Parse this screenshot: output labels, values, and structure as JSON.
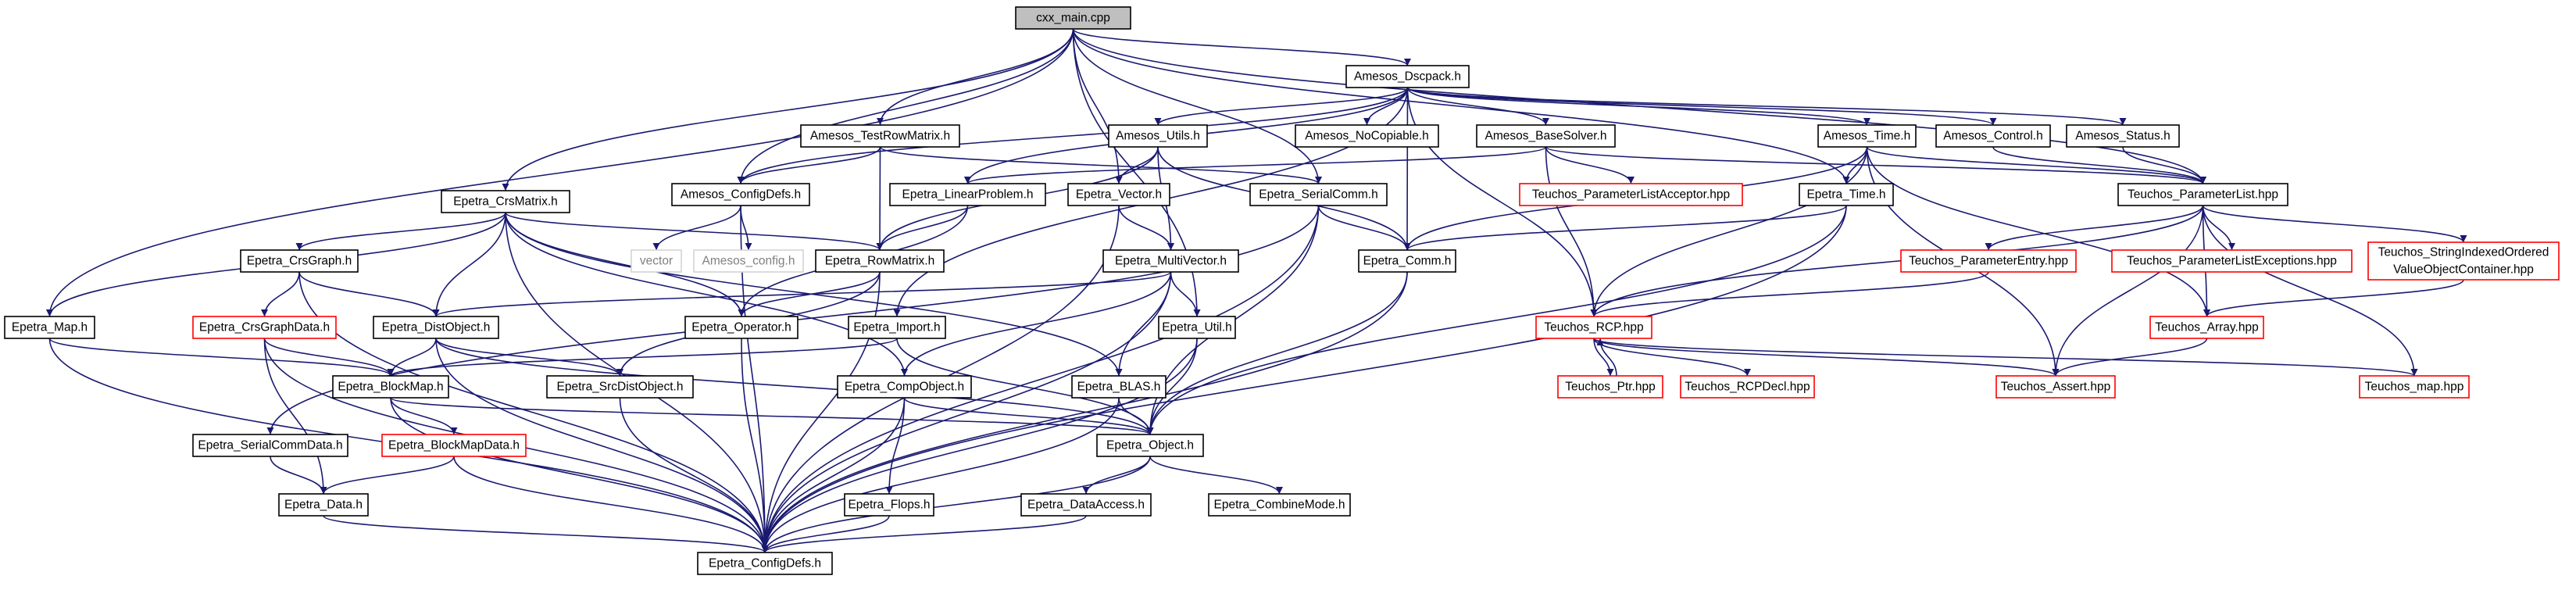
{
  "colors": {
    "edge": "#191970",
    "root_fill": "#bfbfbf",
    "normal_border": "#000000",
    "external_border": "#ff0000",
    "text": "#000000",
    "system_text": "#808080",
    "system_border": "#d3d3d3"
  },
  "nodes": [
    {
      "id": "cxx_main",
      "label": "cxx_main.cpp",
      "kind": "root"
    },
    {
      "id": "amesos_dscpack",
      "label": "Amesos_Dscpack.h",
      "kind": "normal"
    },
    {
      "id": "amesos_testrowmatrix",
      "label": "Amesos_TestRowMatrix.h",
      "kind": "normal"
    },
    {
      "id": "amesos_utils",
      "label": "Amesos_Utils.h",
      "kind": "normal"
    },
    {
      "id": "amesos_nocopiable",
      "label": "Amesos_NoCopiable.h",
      "kind": "normal"
    },
    {
      "id": "amesos_basesolver",
      "label": "Amesos_BaseSolver.h",
      "kind": "normal"
    },
    {
      "id": "amesos_time",
      "label": "Amesos_Time.h",
      "kind": "normal"
    },
    {
      "id": "amesos_control",
      "label": "Amesos_Control.h",
      "kind": "normal"
    },
    {
      "id": "amesos_status",
      "label": "Amesos_Status.h",
      "kind": "normal"
    },
    {
      "id": "epetra_crsmatrix",
      "label": "Epetra_CrsMatrix.h",
      "kind": "normal"
    },
    {
      "id": "amesos_configdefs",
      "label": "Amesos_ConfigDefs.h",
      "kind": "normal"
    },
    {
      "id": "epetra_linearproblem",
      "label": "Epetra_LinearProblem.h",
      "kind": "normal"
    },
    {
      "id": "epetra_vector",
      "label": "Epetra_Vector.h",
      "kind": "normal"
    },
    {
      "id": "epetra_serialcomm",
      "label": "Epetra_SerialComm.h",
      "kind": "normal"
    },
    {
      "id": "teuchos_parameterlistacceptor",
      "label": "Teuchos_ParameterListAcceptor.hpp",
      "kind": "external"
    },
    {
      "id": "epetra_time",
      "label": "Epetra_Time.h",
      "kind": "normal"
    },
    {
      "id": "teuchos_parameterlist",
      "label": "Teuchos_ParameterList.hpp",
      "kind": "normal"
    },
    {
      "id": "vector",
      "label": "vector",
      "kind": "system"
    },
    {
      "id": "amesos_config",
      "label": "Amesos_config.h",
      "kind": "system"
    },
    {
      "id": "epetra_crsgraph",
      "label": "Epetra_CrsGraph.h",
      "kind": "normal"
    },
    {
      "id": "epetra_rowmatrix",
      "label": "Epetra_RowMatrix.h",
      "kind": "normal"
    },
    {
      "id": "epetra_comm",
      "label": "Epetra_Comm.h",
      "kind": "normal"
    },
    {
      "id": "epetra_multivector",
      "label": "Epetra_MultiVector.h",
      "kind": "normal"
    },
    {
      "id": "teuchos_parameterentry",
      "label": "Teuchos_ParameterEntry.hpp",
      "kind": "external"
    },
    {
      "id": "teuchos_parameterlistexceptions",
      "label": "Teuchos_ParameterListExceptions.hpp",
      "kind": "external"
    },
    {
      "id": "teuchos_stringindexed",
      "label": "Teuchos_StringIndexedOrdered",
      "label2": "ValueObjectContainer.hpp",
      "kind": "external"
    },
    {
      "id": "epetra_map",
      "label": "Epetra_Map.h",
      "kind": "normal"
    },
    {
      "id": "epetra_crsgraphdata",
      "label": "Epetra_CrsGraphData.h",
      "kind": "external"
    },
    {
      "id": "epetra_distobject",
      "label": "Epetra_DistObject.h",
      "kind": "normal"
    },
    {
      "id": "epetra_operator",
      "label": "Epetra_Operator.h",
      "kind": "normal"
    },
    {
      "id": "epetra_import",
      "label": "Epetra_Import.h",
      "kind": "normal"
    },
    {
      "id": "epetra_util",
      "label": "Epetra_Util.h",
      "kind": "normal"
    },
    {
      "id": "teuchos_rcp",
      "label": "Teuchos_RCP.hpp",
      "kind": "external"
    },
    {
      "id": "teuchos_array",
      "label": "Teuchos_Array.hpp",
      "kind": "external"
    },
    {
      "id": "epetra_blockmap",
      "label": "Epetra_BlockMap.h",
      "kind": "normal"
    },
    {
      "id": "epetra_srcdistobject",
      "label": "Epetra_SrcDistObject.h",
      "kind": "normal"
    },
    {
      "id": "epetra_compobject",
      "label": "Epetra_CompObject.h",
      "kind": "normal"
    },
    {
      "id": "epetra_blas",
      "label": "Epetra_BLAS.h",
      "kind": "normal"
    },
    {
      "id": "teuchos_ptr",
      "label": "Teuchos_Ptr.hpp",
      "kind": "external"
    },
    {
      "id": "teuchos_rcpdecl",
      "label": "Teuchos_RCPDecl.hpp",
      "kind": "external"
    },
    {
      "id": "teuchos_assert",
      "label": "Teuchos_Assert.hpp",
      "kind": "external"
    },
    {
      "id": "teuchos_map",
      "label": "Teuchos_map.hpp",
      "kind": "external"
    },
    {
      "id": "epetra_serialcommdata",
      "label": "Epetra_SerialCommData.h",
      "kind": "normal"
    },
    {
      "id": "epetra_blockmapdata",
      "label": "Epetra_BlockMapData.h",
      "kind": "external"
    },
    {
      "id": "epetra_object",
      "label": "Epetra_Object.h",
      "kind": "normal"
    },
    {
      "id": "epetra_data",
      "label": "Epetra_Data.h",
      "kind": "normal"
    },
    {
      "id": "epetra_flops",
      "label": "Epetra_Flops.h",
      "kind": "normal"
    },
    {
      "id": "epetra_dataaccess",
      "label": "Epetra_DataAccess.h",
      "kind": "normal"
    },
    {
      "id": "epetra_combinemode",
      "label": "Epetra_CombineMode.h",
      "kind": "normal"
    },
    {
      "id": "epetra_configdefs",
      "label": "Epetra_ConfigDefs.h",
      "kind": "normal"
    }
  ],
  "edges": [
    [
      "cxx_main",
      "amesos_dscpack"
    ],
    [
      "cxx_main",
      "amesos_testrowmatrix"
    ],
    [
      "cxx_main",
      "amesos_configdefs"
    ],
    [
      "cxx_main",
      "epetra_crsmatrix"
    ],
    [
      "cxx_main",
      "epetra_map"
    ],
    [
      "cxx_main",
      "epetra_vector"
    ],
    [
      "cxx_main",
      "epetra_serialcomm"
    ],
    [
      "cxx_main",
      "epetra_util"
    ],
    [
      "cxx_main",
      "epetra_time"
    ],
    [
      "cxx_main",
      "teuchos_parameterlist"
    ],
    [
      "amesos_dscpack",
      "amesos_utils"
    ],
    [
      "amesos_dscpack",
      "amesos_nocopiable"
    ],
    [
      "amesos_dscpack",
      "amesos_basesolver"
    ],
    [
      "amesos_dscpack",
      "amesos_time"
    ],
    [
      "amesos_dscpack",
      "amesos_control"
    ],
    [
      "amesos_dscpack",
      "amesos_status"
    ],
    [
      "amesos_dscpack",
      "amesos_configdefs"
    ],
    [
      "amesos_dscpack",
      "epetra_linearproblem"
    ],
    [
      "amesos_dscpack",
      "epetra_import"
    ],
    [
      "amesos_dscpack",
      "epetra_comm"
    ],
    [
      "amesos_dscpack",
      "teuchos_rcp"
    ],
    [
      "amesos_testrowmatrix",
      "amesos_configdefs"
    ],
    [
      "amesos_testrowmatrix",
      "epetra_rowmatrix"
    ],
    [
      "amesos_testrowmatrix",
      "epetra_serialcomm"
    ],
    [
      "amesos_utils",
      "epetra_rowmatrix"
    ],
    [
      "amesos_utils",
      "epetra_vector"
    ],
    [
      "amesos_utils",
      "epetra_multivector"
    ],
    [
      "amesos_utils",
      "epetra_comm"
    ],
    [
      "amesos_basesolver",
      "epetra_linearproblem"
    ],
    [
      "amesos_basesolver",
      "teuchos_parameterlist"
    ],
    [
      "amesos_basesolver",
      "teuchos_parameterlistacceptor"
    ],
    [
      "amesos_basesolver",
      "teuchos_rcp"
    ],
    [
      "amesos_time",
      "epetra_time"
    ],
    [
      "amesos_time",
      "epetra_comm"
    ],
    [
      "amesos_time",
      "teuchos_rcp"
    ],
    [
      "amesos_time",
      "teuchos_parameterlist"
    ],
    [
      "amesos_time",
      "teuchos_array"
    ],
    [
      "amesos_time",
      "teuchos_assert"
    ],
    [
      "amesos_control",
      "teuchos_parameterlist"
    ],
    [
      "amesos_status",
      "teuchos_parameterlist"
    ],
    [
      "epetra_crsmatrix",
      "epetra_map"
    ],
    [
      "epetra_crsmatrix",
      "epetra_crsgraph"
    ],
    [
      "epetra_crsmatrix",
      "epetra_distobject"
    ],
    [
      "epetra_crsmatrix",
      "epetra_rowmatrix"
    ],
    [
      "epetra_crsmatrix",
      "epetra_operator"
    ],
    [
      "epetra_crsmatrix",
      "epetra_compobject"
    ],
    [
      "epetra_crsmatrix",
      "epetra_blas"
    ],
    [
      "epetra_crsmatrix",
      "epetra_configdefs"
    ],
    [
      "amesos_configdefs",
      "vector"
    ],
    [
      "amesos_configdefs",
      "amesos_config"
    ],
    [
      "amesos_configdefs",
      "epetra_configdefs"
    ],
    [
      "epetra_linearproblem",
      "epetra_rowmatrix"
    ],
    [
      "epetra_linearproblem",
      "epetra_operator"
    ],
    [
      "epetra_vector",
      "epetra_multivector"
    ],
    [
      "epetra_vector",
      "epetra_configdefs"
    ],
    [
      "epetra_serialcomm",
      "epetra_comm"
    ],
    [
      "epetra_serialcomm",
      "epetra_serialcommdata"
    ],
    [
      "epetra_serialcomm",
      "epetra_object"
    ],
    [
      "epetra_serialcomm",
      "epetra_configdefs"
    ],
    [
      "epetra_time",
      "epetra_comm"
    ],
    [
      "epetra_time",
      "epetra_object"
    ],
    [
      "epetra_time",
      "epetra_configdefs"
    ],
    [
      "teuchos_parameterlist",
      "teuchos_parameterentry"
    ],
    [
      "teuchos_parameterlist",
      "teuchos_parameterlistexceptions"
    ],
    [
      "teuchos_parameterlist",
      "teuchos_stringindexed"
    ],
    [
      "teuchos_parameterlist",
      "teuchos_rcp"
    ],
    [
      "teuchos_parameterlist",
      "teuchos_array"
    ],
    [
      "teuchos_parameterlist",
      "teuchos_assert"
    ],
    [
      "teuchos_parameterlist",
      "teuchos_map"
    ],
    [
      "epetra_crsgraph",
      "epetra_crsgraphdata"
    ],
    [
      "epetra_crsgraph",
      "epetra_distobject"
    ],
    [
      "epetra_crsgraph",
      "epetra_configdefs"
    ],
    [
      "epetra_rowmatrix",
      "epetra_operator"
    ],
    [
      "epetra_rowmatrix",
      "epetra_srcdistobject"
    ],
    [
      "epetra_rowmatrix",
      "epetra_configdefs"
    ],
    [
      "epetra_comm",
      "epetra_object"
    ],
    [
      "epetra_comm",
      "epetra_configdefs"
    ],
    [
      "epetra_multivector",
      "epetra_distobject"
    ],
    [
      "epetra_multivector",
      "epetra_compobject"
    ],
    [
      "epetra_multivector",
      "epetra_blas"
    ],
    [
      "epetra_multivector",
      "epetra_util"
    ],
    [
      "epetra_multivector",
      "epetra_configdefs"
    ],
    [
      "teuchos_parameterentry",
      "teuchos_rcp"
    ],
    [
      "teuchos_stringindexed",
      "teuchos_array"
    ],
    [
      "epetra_map",
      "epetra_blockmap"
    ],
    [
      "epetra_map",
      "epetra_configdefs"
    ],
    [
      "epetra_crsgraphdata",
      "epetra_blockmap"
    ],
    [
      "epetra_crsgraphdata",
      "epetra_data"
    ],
    [
      "epetra_crsgraphdata",
      "epetra_configdefs"
    ],
    [
      "epetra_distobject",
      "epetra_blockmap"
    ],
    [
      "epetra_distobject",
      "epetra_srcdistobject"
    ],
    [
      "epetra_distobject",
      "epetra_object"
    ],
    [
      "epetra_distobject",
      "epetra_configdefs"
    ],
    [
      "epetra_operator",
      "epetra_configdefs"
    ],
    [
      "epetra_import",
      "epetra_blockmap"
    ],
    [
      "epetra_import",
      "epetra_object"
    ],
    [
      "epetra_util",
      "epetra_object"
    ],
    [
      "epetra_util",
      "epetra_configdefs"
    ],
    [
      "teuchos_rcp",
      "teuchos_ptr"
    ],
    [
      "teuchos_rcp",
      "teuchos_rcpdecl"
    ],
    [
      "teuchos_rcp",
      "teuchos_assert"
    ],
    [
      "teuchos_rcp",
      "teuchos_map"
    ],
    [
      "teuchos_ptr",
      "teuchos_rcp"
    ],
    [
      "teuchos_array",
      "teuchos_assert"
    ],
    [
      "epetra_blockmap",
      "epetra_blockmapdata"
    ],
    [
      "epetra_blockmap",
      "epetra_object"
    ],
    [
      "epetra_blockmap",
      "epetra_configdefs"
    ],
    [
      "epetra_srcdistobject",
      "epetra_configdefs"
    ],
    [
      "epetra_compobject",
      "epetra_object"
    ],
    [
      "epetra_compobject",
      "epetra_flops"
    ],
    [
      "epetra_compobject",
      "epetra_configdefs"
    ],
    [
      "epetra_blas",
      "epetra_object"
    ],
    [
      "epetra_blas",
      "epetra_configdefs"
    ],
    [
      "epetra_serialcommdata",
      "epetra_data"
    ],
    [
      "epetra_blockmapdata",
      "epetra_data"
    ],
    [
      "epetra_blockmapdata",
      "epetra_configdefs"
    ],
    [
      "epetra_object",
      "epetra_dataaccess"
    ],
    [
      "epetra_object",
      "epetra_combinemode"
    ],
    [
      "epetra_object",
      "epetra_configdefs"
    ],
    [
      "epetra_data",
      "epetra_configdefs"
    ],
    [
      "epetra_flops",
      "epetra_configdefs"
    ],
    [
      "epetra_dataaccess",
      "epetra_configdefs"
    ]
  ]
}
